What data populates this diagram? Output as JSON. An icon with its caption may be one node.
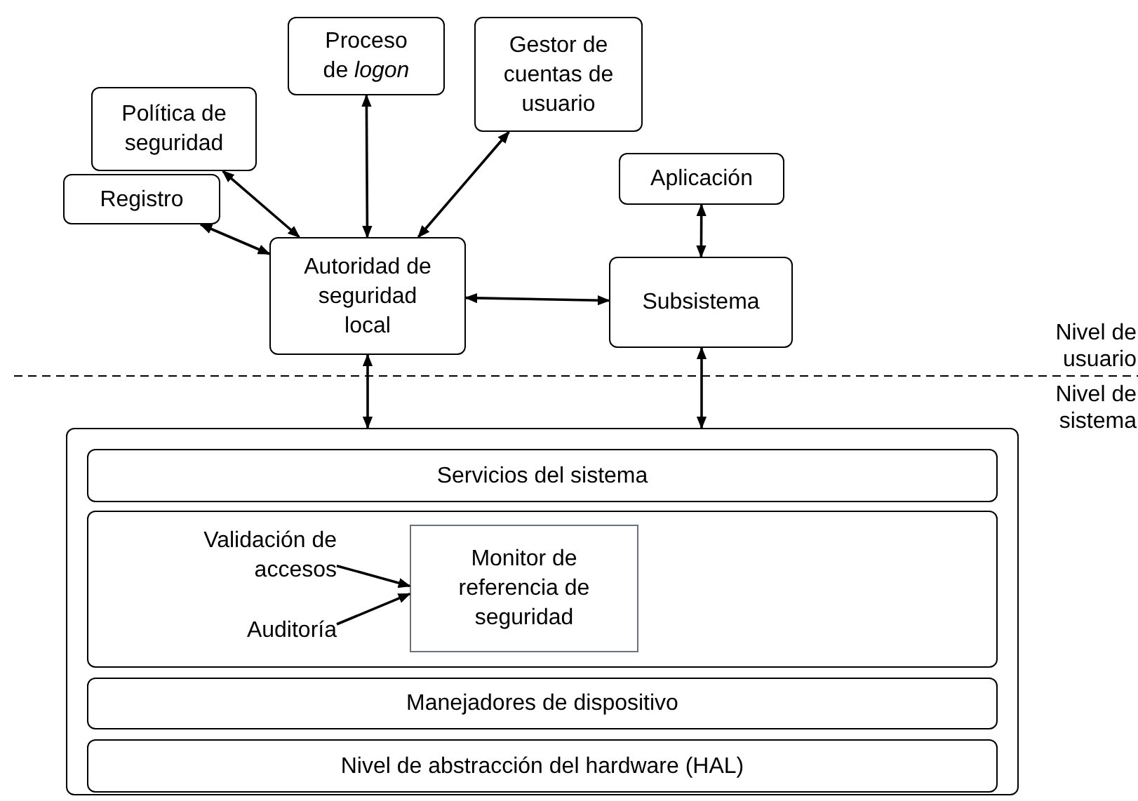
{
  "diagram": {
    "nodes": [
      {
        "text": [
          "Política de seguridad"
        ]
      },
      {
        "text": [
          "Proceso de *logon*"
        ]
      },
      {
        "text": [
          "Gestor de cuentas de usuario"
        ]
      },
      {
        "text": [
          "Registro"
        ]
      },
      {
        "text": [
          "Autoridad de seguridad local"
        ]
      },
      {
        "text": [
          "Aplicación"
        ]
      },
      {
        "text": [
          "Subsistema"
        ]
      },
      {
        "text": [],
        "shape": "box"
      },
      {
        "text": [
          "Servicios del sistema"
        ],
        "in": 7
      },
      {
        "text": [],
        "shape": "box",
        "in": 7
      },
      {
        "text": [
          "Validación de accesos"
        ],
        "in": 9
      },
      {
        "text": [
          "Auditoría"
        ],
        "in": 9
      },
      {
        "text": [
          "Monitor de referencia de seguridad"
        ],
        "in": 9
      },
      {
        "text": [
          "Manejadores de dispositivo"
        ],
        "in": 7
      },
      {
        "text": [
          "Nivel de abstracción del hardware (HAL)"
        ],
        "in": 7
      }
    ],
    "edges": [
      {
        "from": 0,
        "to": 4,
        "arrow": "both"
      },
      {
        "from": 1,
        "to": 4,
        "arrow": "both"
      },
      {
        "from": 2,
        "to": 4,
        "arrow": "both"
      },
      {
        "from": 3,
        "to": 4,
        "arrow": "both"
      },
      {
        "from": 4,
        "to": 6,
        "arrow": "both"
      },
      {
        "from": 5,
        "to": 6,
        "arrow": "both"
      },
      {
        "from": 4,
        "to": 7,
        "arrow": "both"
      },
      {
        "from": 6,
        "to": 7,
        "arrow": "both"
      },
      {
        "from": 10,
        "to": 12,
        "arrow": "to"
      },
      {
        "from": 11,
        "to": 12,
        "arrow": "to"
      }
    ],
    "labels": [
      "Nivel de usuario",
      "Nivel de sistema"
    ]
  }
}
